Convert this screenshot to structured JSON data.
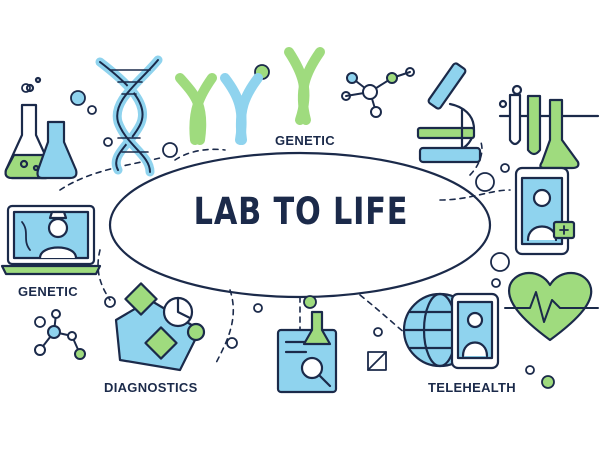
{
  "title": "LAB TO LIFE",
  "labels": {
    "genetic_top": "GENETIC",
    "genetic_left": "GENETIC",
    "diagnostics": "DIAGNOSTICS",
    "telehealth": "TELEHEALTH"
  },
  "colors": {
    "outline": "#1b2a4a",
    "blue": "#8fd3ee",
    "green": "#9fdb7e",
    "background": "#ffffff"
  },
  "icons": [
    "flask-icon",
    "dna-icon",
    "chromosome-icon",
    "molecule-icon",
    "microscope-icon",
    "test-tubes-icon",
    "laptop-doctor-icon",
    "phone-doctor-icon",
    "heart-pulse-icon",
    "globe-icon",
    "lab-report-icon",
    "puzzle-analysis-icon"
  ]
}
